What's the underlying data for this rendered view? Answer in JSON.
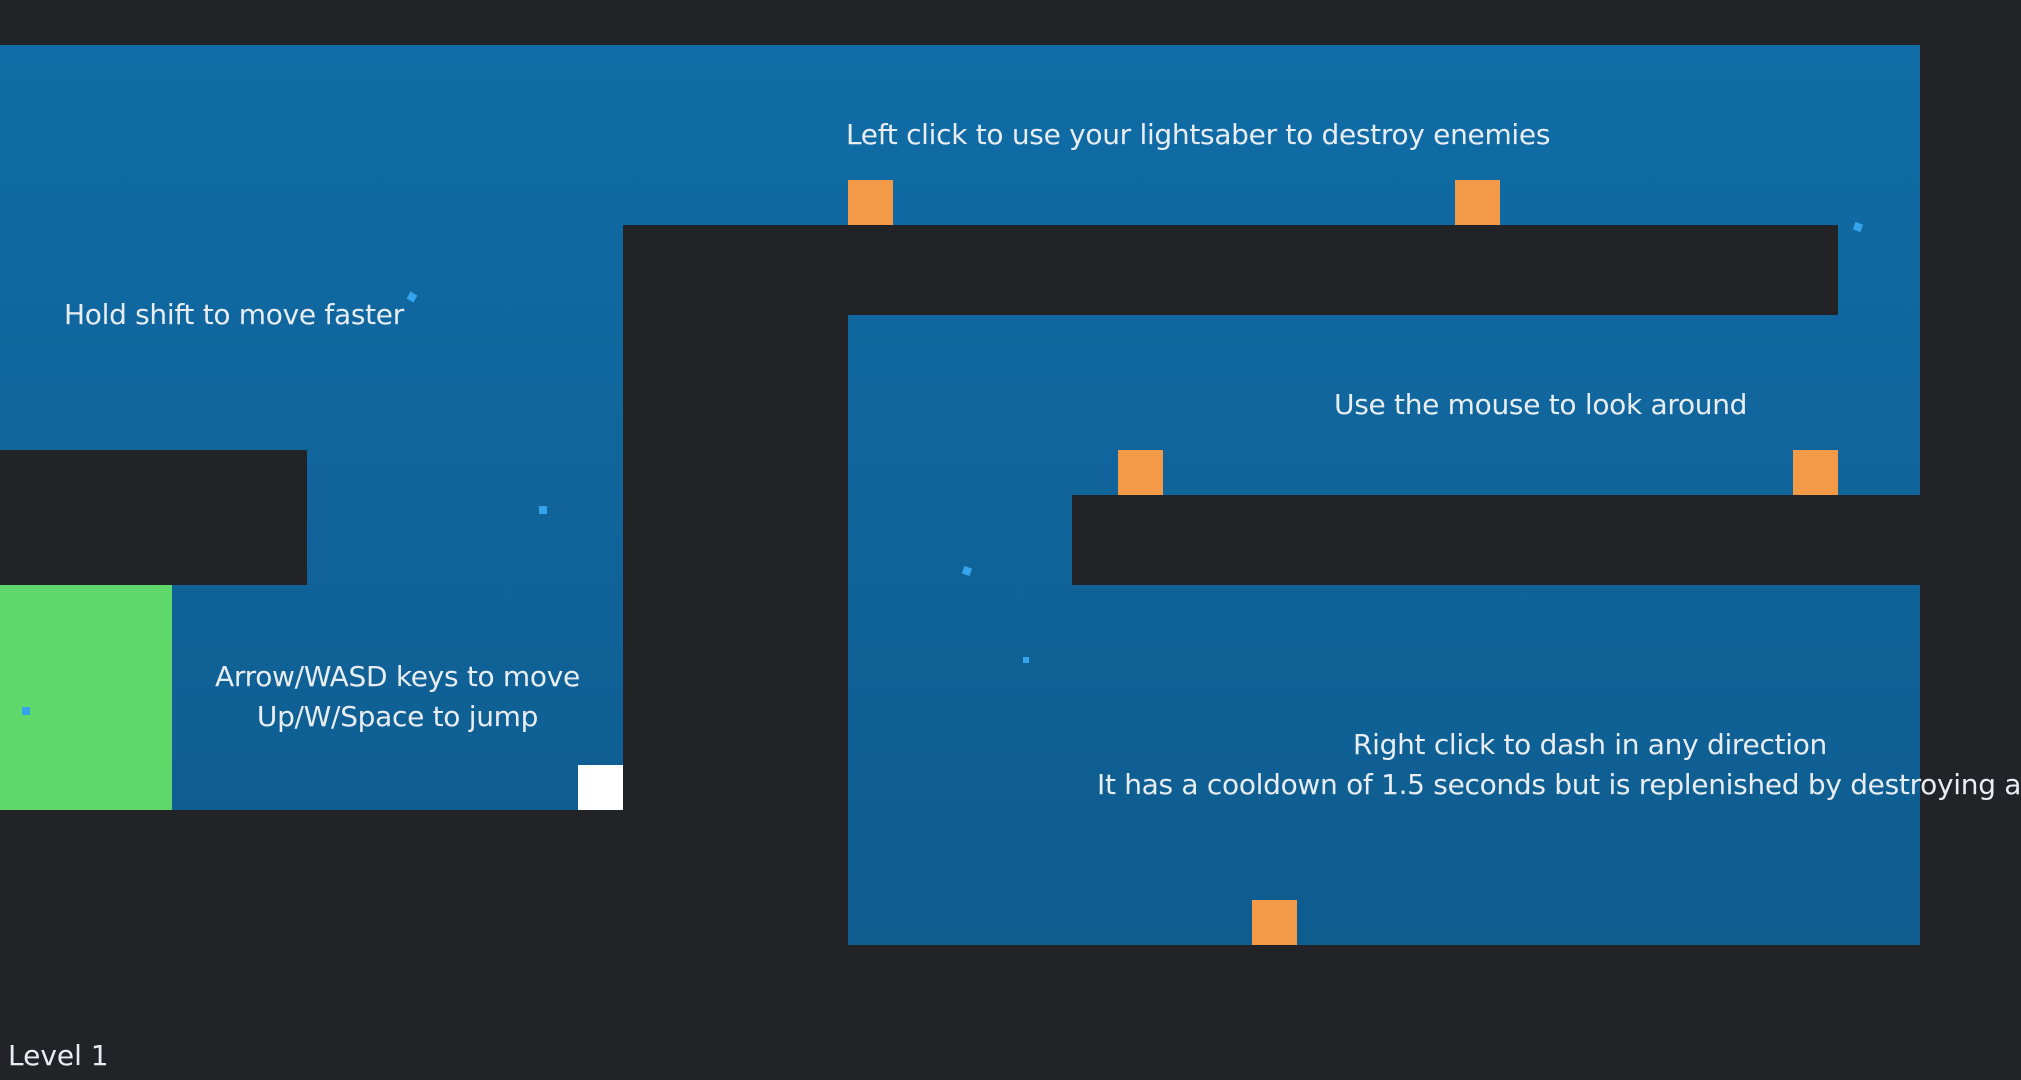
{
  "colors": {
    "background": "#222327",
    "sky": "#0f66a0",
    "enemy": "#f39a48",
    "player": "#ffffff",
    "goal": "#5ed86a",
    "particle": "#36a4ec",
    "text": "#e8edf2"
  },
  "hints": {
    "lightsaber": "Left click to use your lightsaber to destroy enemies",
    "shift": "Hold shift to move faster",
    "mouse": "Use the mouse to look around",
    "move": "Arrow/WASD keys to move",
    "jump": "Up/W/Space to jump",
    "dash": "Right click to dash in any direction",
    "dash_cooldown": "It has a cooldown of 1.5 seconds but is replenished by destroying a"
  },
  "hud": {
    "level": "Level 1"
  }
}
